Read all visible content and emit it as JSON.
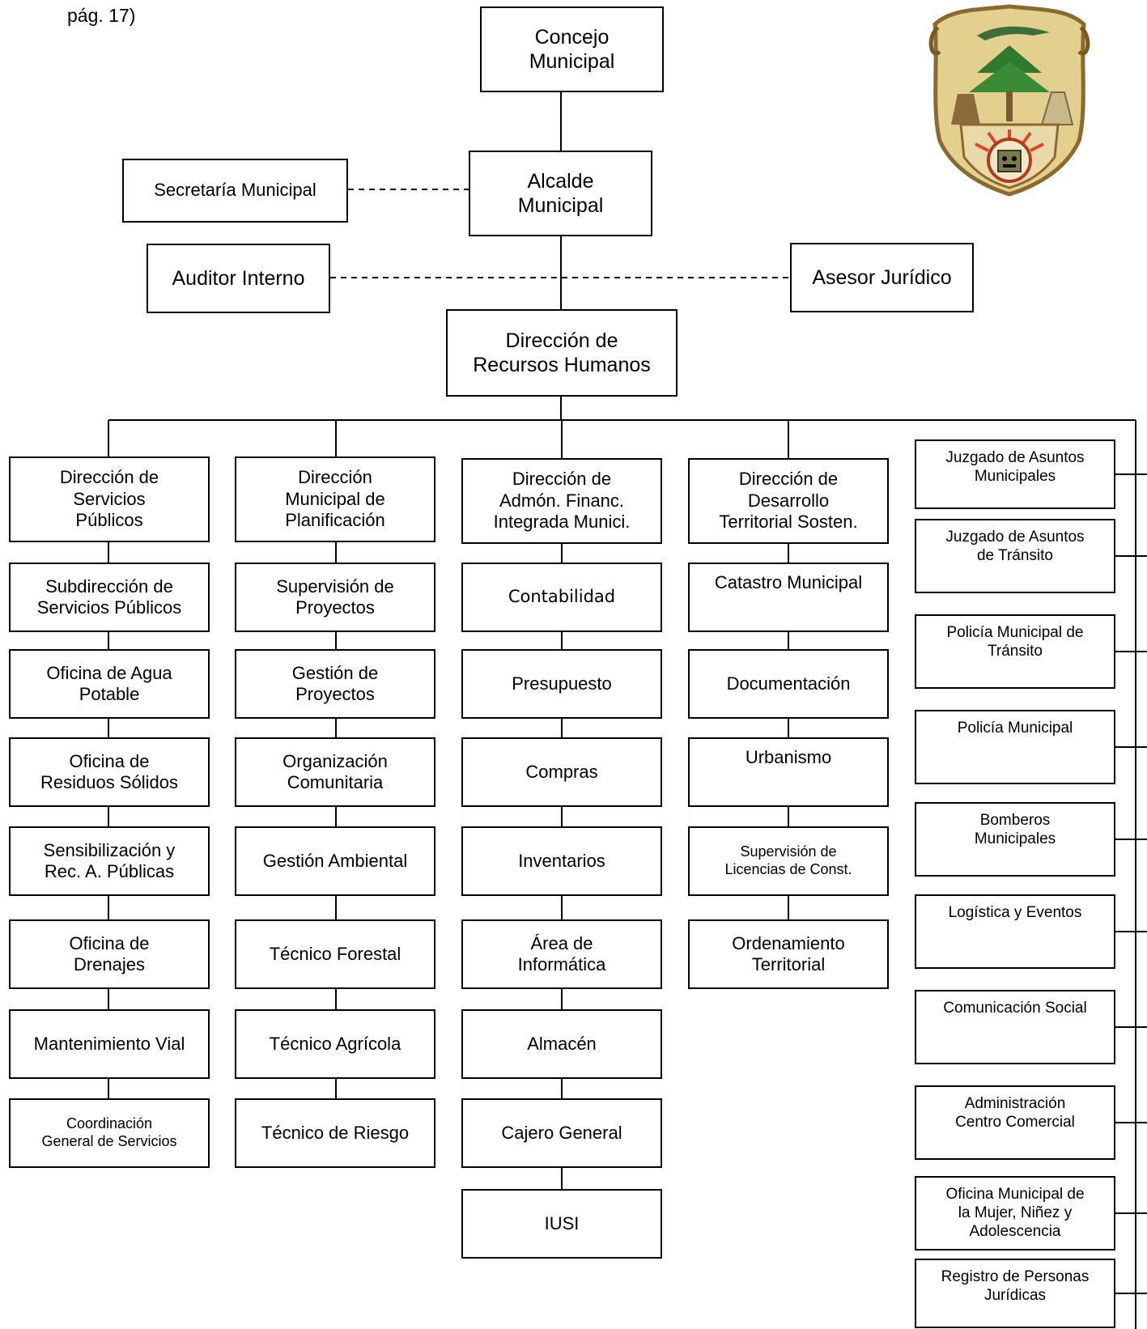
{
  "header": {
    "note": "pág. 17)"
  },
  "emblem": {
    "name": "municipal-coat-of-arms"
  },
  "colors": {
    "line": "#000000",
    "box_border": "#000000",
    "background": "#ffffff"
  },
  "top": {
    "concejo": "Concejo\nMunicipal",
    "alcalde": "Alcalde\nMunicipal",
    "secretaria": "Secretaría Municipal",
    "auditor": "Auditor Interno",
    "asesor": "Asesor Jurídico",
    "rrhh": "Dirección de\nRecursos Humanos"
  },
  "columns": [
    {
      "head": "Dirección de\nServicios\nPúblicos",
      "items": [
        "Subdirección de\nServicios Públicos",
        "Oficina de Agua\nPotable",
        "Oficina de\nResiduos Sólidos",
        "Sensibilización y\nRec. A. Públicas",
        "Oficina de\nDrenajes",
        "Mantenimiento Vial",
        "Coordinación\nGeneral de Servicios"
      ]
    },
    {
      "head": "Dirección\nMunicipal de\nPlanificación",
      "items": [
        "Supervisión de\nProyectos",
        "Gestión de\nProyectos",
        "Organización\nComunitaria",
        "Gestión Ambiental",
        "Técnico Forestal",
        "Técnico Agrícola",
        "Técnico de Riesgo"
      ]
    },
    {
      "head": "Dirección de\nAdmón. Financ.\nIntegrada Munici.",
      "items": [
        "Contabilidad",
        "Presupuesto",
        "Compras",
        "Inventarios",
        "Área de\nInformática",
        "Almacén",
        "Cajero General",
        "IUSI"
      ]
    },
    {
      "head": "Dirección de\nDesarrollo\nTerritorial Sosten.",
      "items": [
        "Catastro Municipal",
        "Documentación",
        "Urbanismo",
        "Supervisión de\nLicencias de Const.",
        "Ordenamiento\nTerritorial"
      ]
    }
  ],
  "side_units": [
    "Juzgado de Asuntos\nMunicipales",
    "Juzgado de Asuntos\nde Tránsito",
    "Policía Municipal de\nTránsito",
    "Policía Municipal",
    "Bomberos\nMunicipales",
    "Logística y Eventos",
    "Comunicación Social",
    "Administración\nCentro Comercial",
    "Oficina Municipal de\nla Mujer, Niñez y\nAdolescencia",
    "Registro de Personas\nJurídicas"
  ]
}
